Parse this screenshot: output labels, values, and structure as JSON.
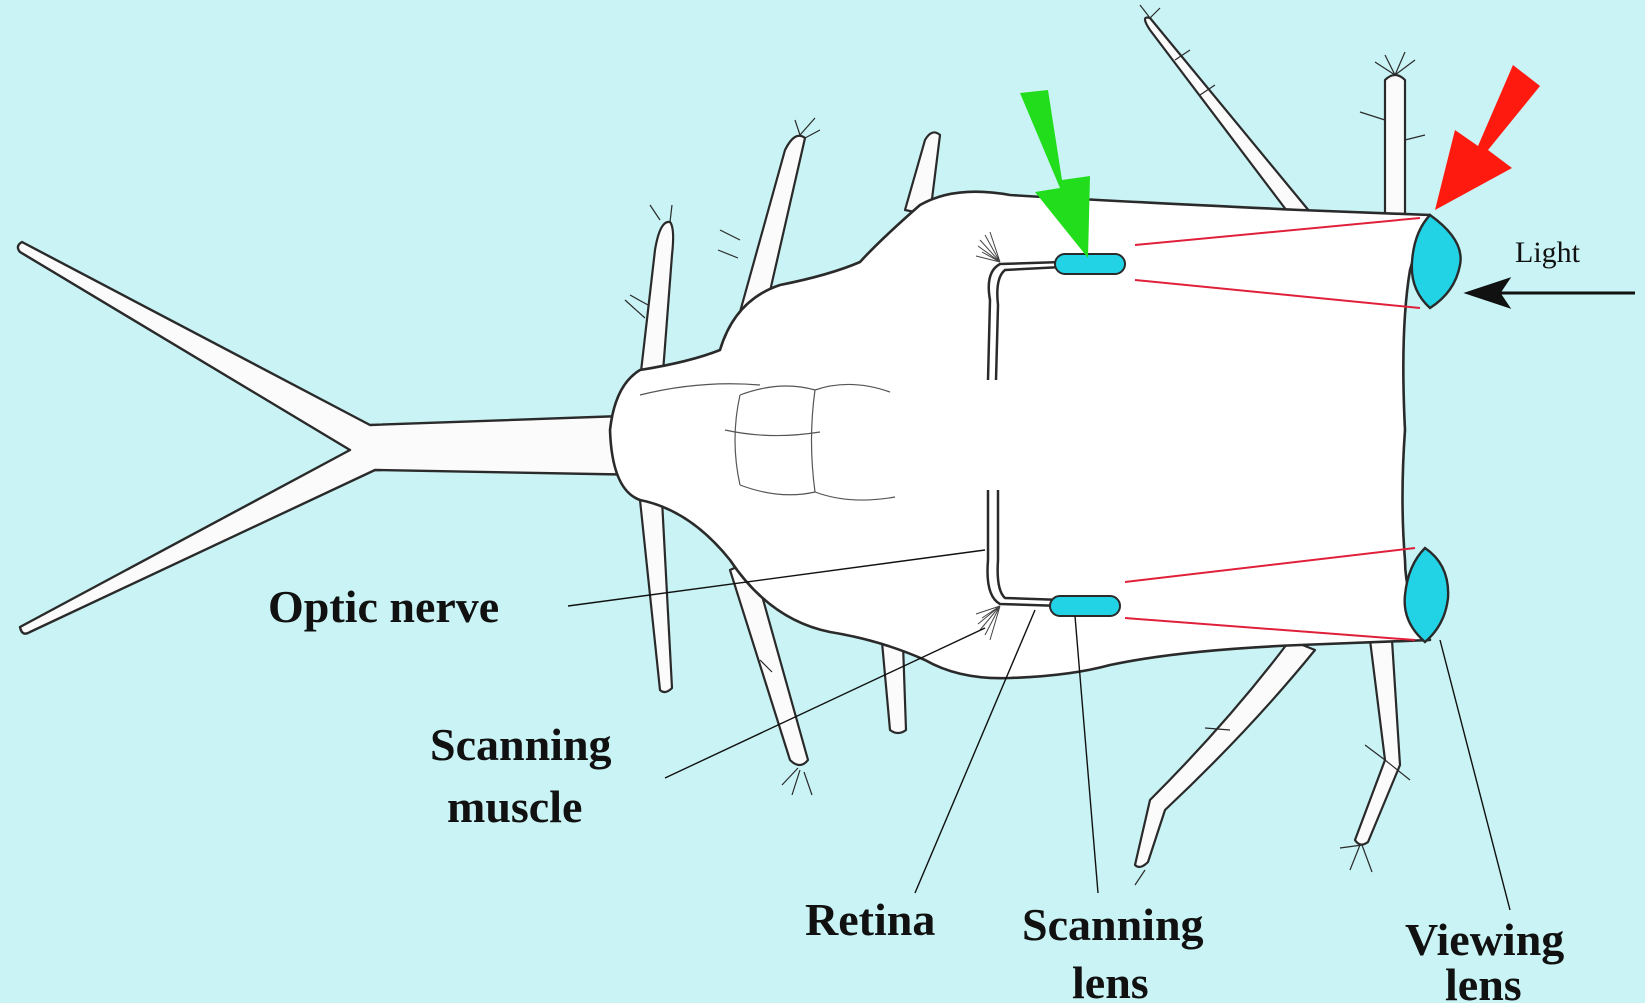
{
  "diagram": {
    "labels": {
      "optic_nerve": "Optic nerve",
      "scanning_muscle_line1": "Scanning",
      "scanning_muscle_line2": "muscle",
      "retina": "Retina",
      "scanning_lens_line1": "Scanning",
      "scanning_lens_line2": "lens",
      "viewing_lens_line1": "Viewing",
      "viewing_lens_line2": "lens",
      "light": "Light"
    },
    "colors": {
      "background": "#c9f3f4",
      "body_fill": "#ffffff",
      "outline": "#2a2a2a",
      "lens": "#22d3e6",
      "light_ray": "#e0203a",
      "scanning_lens_arrow": "#22dd1c",
      "viewing_lens_arrow": "#ff1a10"
    },
    "icons": {
      "scanning_lens_pointer": "green-arrow-icon",
      "viewing_lens_pointer": "red-arrow-icon",
      "light_direction": "left-arrow-icon"
    }
  }
}
